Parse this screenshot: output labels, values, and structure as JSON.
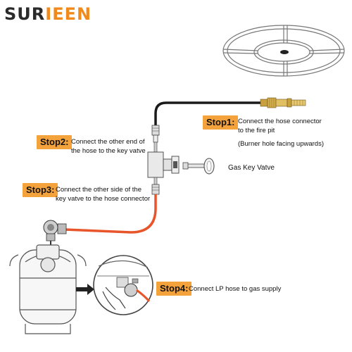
{
  "brand": {
    "name_dark": "SUR",
    "name_orange": "IEEN"
  },
  "steps": [
    {
      "badge": "Stop1:",
      "line1": "Connect the hose connector",
      "line2": "to the fire pit",
      "note": "(Burner hole facing upwards)"
    },
    {
      "badge": "Stop2:",
      "line1": "Connect the other end of",
      "line2": "the hose to the key vatve"
    },
    {
      "badge": "Stop3:",
      "line1": "Connect the other side of the",
      "line2": "key vatve to the hose connector"
    },
    {
      "badge": "Stop4:",
      "line1": "Connect LP hose to gas supply"
    }
  ],
  "labels": {
    "gas_key_valve": "Gas Key Vatve"
  },
  "colors": {
    "accent": "#f4a23c",
    "brand_orange": "#f08a1c",
    "orange_hose": "#e8552a",
    "black_hose": "#1a1a1a"
  }
}
